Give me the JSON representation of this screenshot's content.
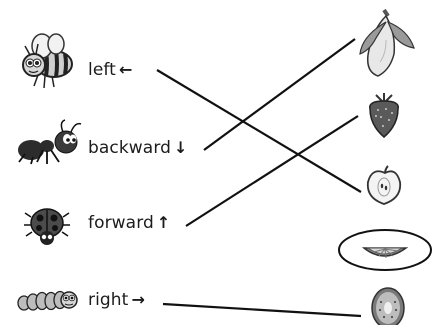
{
  "rows": [
    {
      "animal": "bee-icon",
      "label": "left",
      "arrow": "←"
    },
    {
      "animal": "ant-icon",
      "label": "backward",
      "arrow": "↓"
    },
    {
      "animal": "ladybug-icon",
      "label": "forward",
      "arrow": "↑"
    },
    {
      "animal": "caterpillar-icon",
      "label": "right",
      "arrow": "→"
    }
  ],
  "fruits": [
    "banana-icon",
    "strawberry-icon",
    "apple-half-icon",
    "orange-slice-icon",
    "kiwi-icon"
  ],
  "matches": [
    {
      "direction": "left",
      "fruit": "apple-half-icon"
    },
    {
      "direction": "backward",
      "fruit": "banana-icon"
    },
    {
      "direction": "forward",
      "fruit": "strawberry-icon"
    },
    {
      "direction": "right",
      "fruit": "kiwi-icon"
    }
  ],
  "circled_fruit": "orange-slice-icon"
}
